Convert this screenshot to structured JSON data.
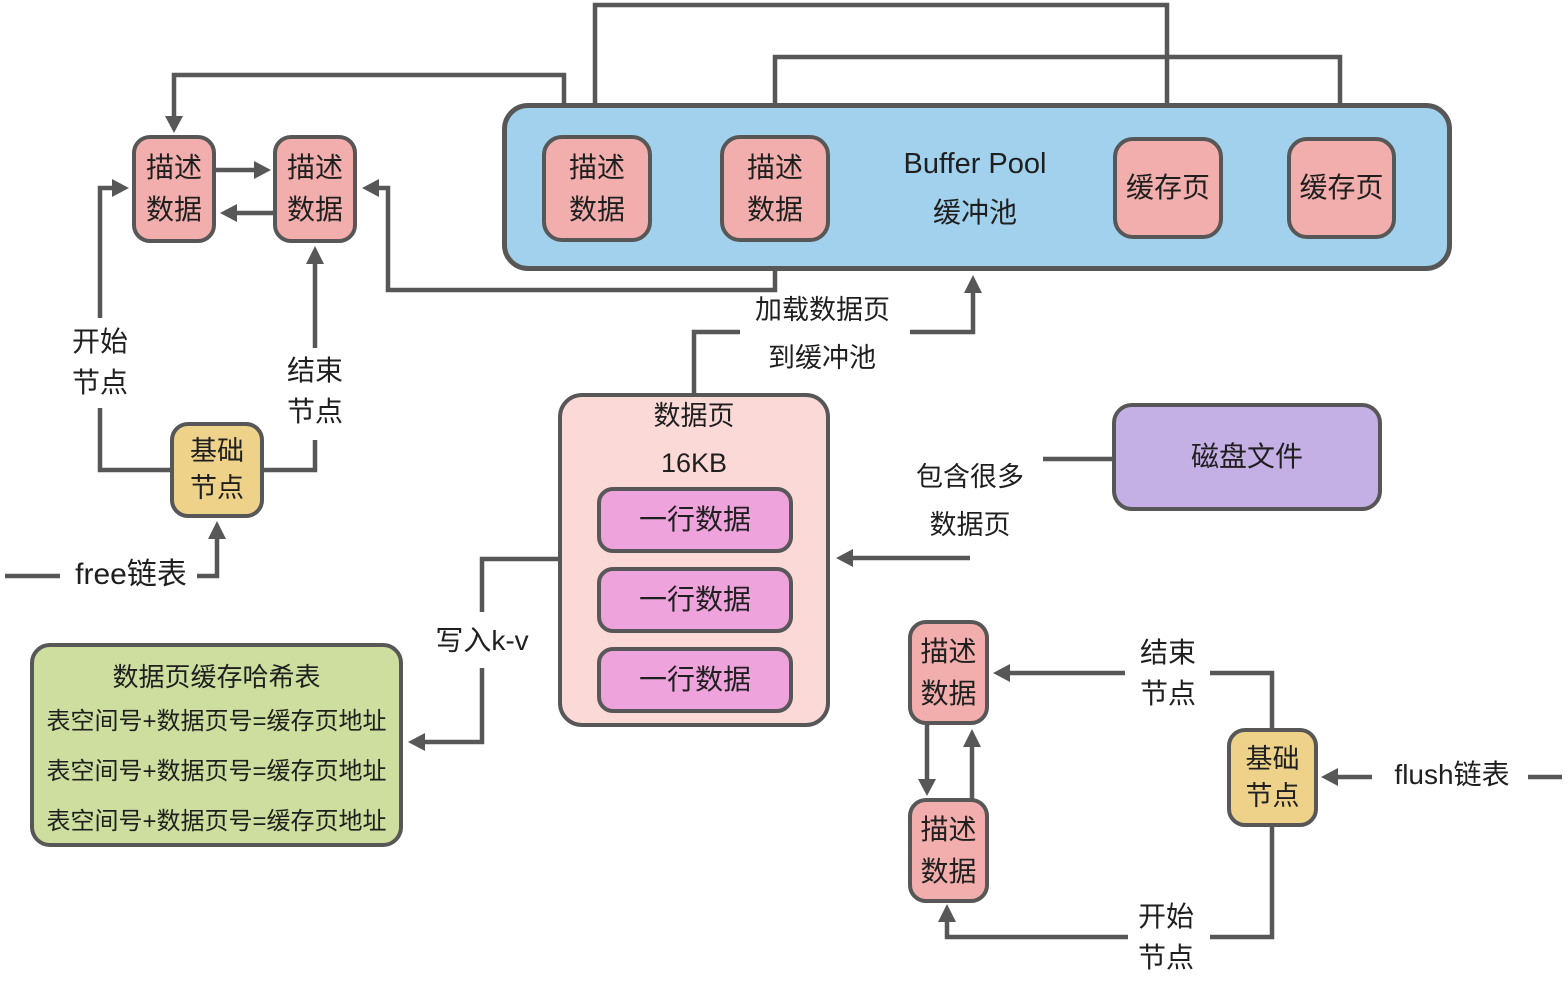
{
  "colors": {
    "line_gray": "#575757",
    "node_pink": "#f2aeac",
    "buffer_pool_blue": "#a1d1ec",
    "data_page_pink": "#fbd9d7",
    "row_magenta": "#efa3dc",
    "disk_purple": "#c5b0e6",
    "hash_green": "#cede9e",
    "base_yellow": "#eed289"
  },
  "buffer_pool": {
    "title": "Buffer Pool",
    "subtitle": "缓冲池"
  },
  "node_labels": {
    "desc": [
      "描述",
      "数据"
    ],
    "cache_page": "缓存页",
    "base": [
      "基础",
      "节点"
    ]
  },
  "data_page": {
    "title": "数据页",
    "size": "16KB",
    "rows": [
      "一行数据",
      "一行数据",
      "一行数据"
    ]
  },
  "disk_file": {
    "label": "磁盘文件"
  },
  "hash_table": {
    "title": "数据页缓存哈希表",
    "rows": [
      "表空间号+数据页号=缓存页地址",
      "表空间号+数据页号=缓存页地址",
      "表空间号+数据页号=缓存页地址"
    ]
  },
  "annotations": {
    "start_node": [
      "开始",
      "节点"
    ],
    "end_node": [
      "结束",
      "节点"
    ],
    "free_list": "free链表",
    "flush_list": "flush链表",
    "load_to_pool": [
      "加载数据页",
      "到缓冲池"
    ],
    "write_kv": "写入k-v",
    "contains_pages": [
      "包含很多",
      "数据页"
    ],
    "flush_start_node": [
      "开始",
      "节点"
    ],
    "flush_end_node": [
      "结束",
      "节点"
    ]
  }
}
